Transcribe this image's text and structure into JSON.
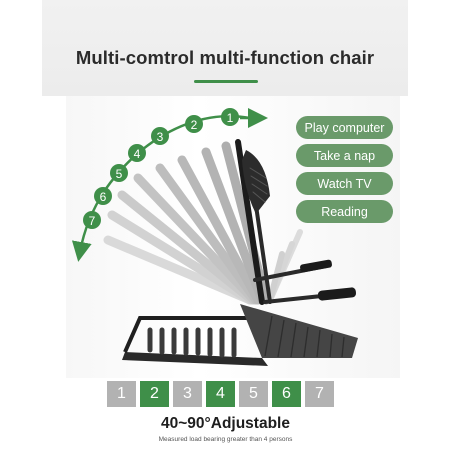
{
  "title": "Multi-comtrol multi-function chair",
  "modes": [
    "Play computer",
    "Take a nap",
    "Watch TV",
    "Reading"
  ],
  "arc_numbers": [
    "1",
    "2",
    "3",
    "4",
    "5",
    "6",
    "7"
  ],
  "steps": [
    {
      "label": "1",
      "active": false
    },
    {
      "label": "2",
      "active": true
    },
    {
      "label": "3",
      "active": false
    },
    {
      "label": "4",
      "active": true
    },
    {
      "label": "5",
      "active": false
    },
    {
      "label": "6",
      "active": true
    },
    {
      "label": "7",
      "active": false
    }
  ],
  "adjustable_label": "40~90°Adjustable",
  "footnote": "Measured load bearing greater than 4 persons",
  "colors": {
    "accent_green": "#3f8f49",
    "pill_green": "#6a9a6a",
    "step_gray": "#b2b2b2"
  }
}
